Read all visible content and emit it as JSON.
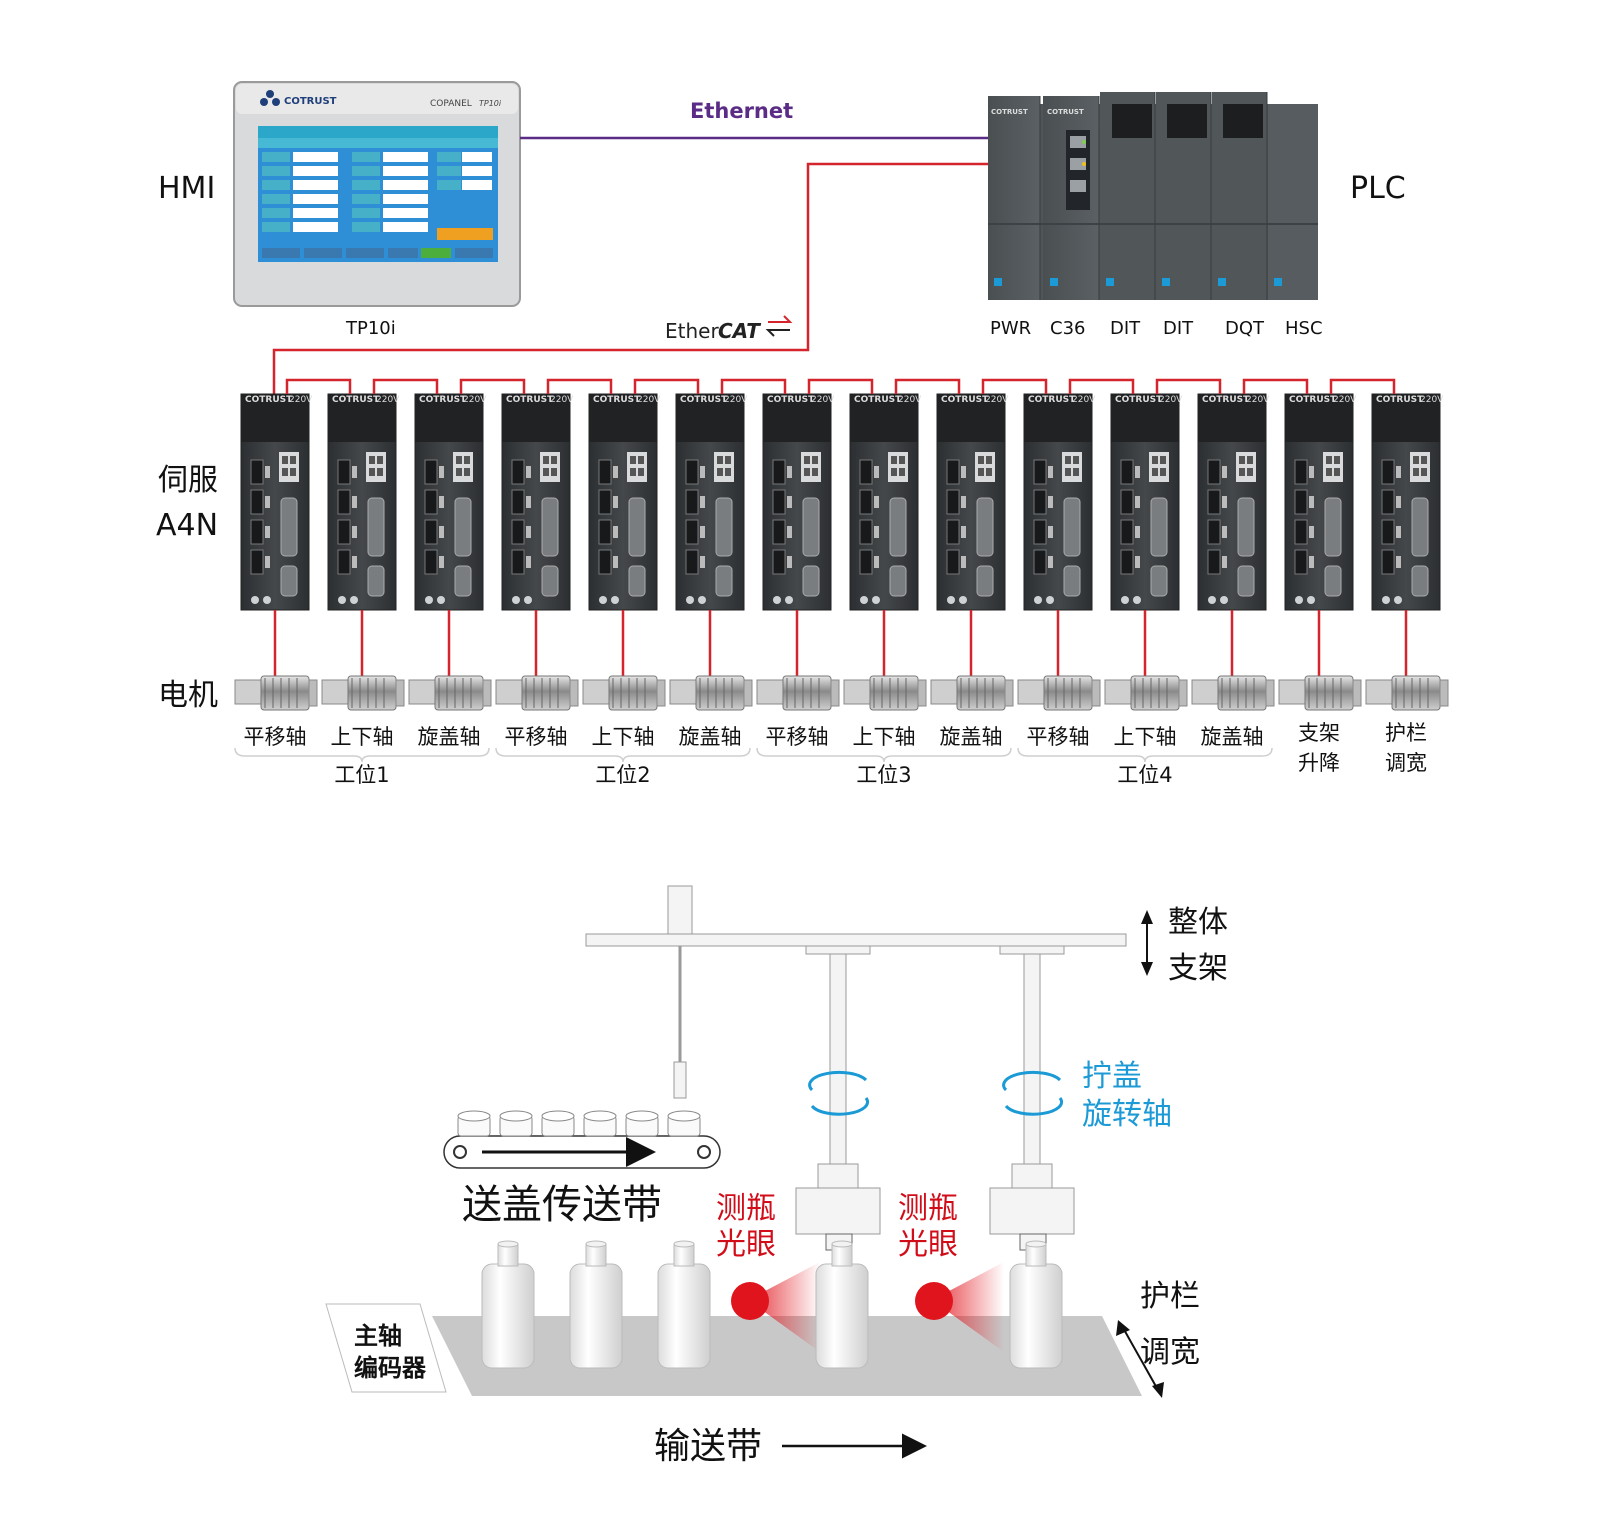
{
  "colors": {
    "ethernet": "#5a2c86",
    "ethercat": "#d3252b",
    "cyan": "#1c9ad6",
    "red_label": "#d10d1a",
    "device_dark": "#3a3d40",
    "hmi_screen": "#2f8fd6"
  },
  "top": {
    "hmi_label": "HMI",
    "plc_label": "PLC",
    "hmi_model": "TP10i",
    "hmi_brand": "COTRUST",
    "hmi_panel_name": "COPANEL",
    "hmi_panel_model": "TP10i",
    "ethernet_label": "Ethernet",
    "ethercat_prefix": "Ether",
    "ethercat_suffix": "CAT",
    "plc_modules": [
      "PWR",
      "C36",
      "DIT",
      "DIT",
      "DQT",
      "HSC"
    ],
    "plc_brand": "COTRUST",
    "servo_label_line1": "伺服",
    "servo_label_line2": "A4N",
    "servo_brand": "COTRUST",
    "servo_voltage": "220V",
    "motor_label": "电机",
    "axes": [
      "平移轴",
      "上下轴",
      "旋盖轴",
      "平移轴",
      "上下轴",
      "旋盖轴",
      "平移轴",
      "上下轴",
      "旋盖轴",
      "平移轴",
      "上下轴",
      "旋盖轴"
    ],
    "extra_axes": [
      {
        "line1": "支架",
        "line2": "升降"
      },
      {
        "line1": "护栏",
        "line2": "调宽"
      }
    ],
    "stations": [
      "工位1",
      "工位2",
      "工位3",
      "工位4"
    ]
  },
  "bottom": {
    "frame_label_line1": "整体",
    "frame_label_line2": "支架",
    "cap_rotate_line1": "拧盖",
    "cap_rotate_line2": "旋转轴",
    "cap_conveyor": "送盖传送带",
    "sensor1_line1": "测瓶",
    "sensor1_line2": "光眼",
    "sensor2_line1": "测瓶",
    "sensor2_line2": "光眼",
    "guard_line1": "护栏",
    "guard_line2": "调宽",
    "encoder_line1": "主轴",
    "encoder_line2": "编码器",
    "conveyor": "输送带"
  }
}
